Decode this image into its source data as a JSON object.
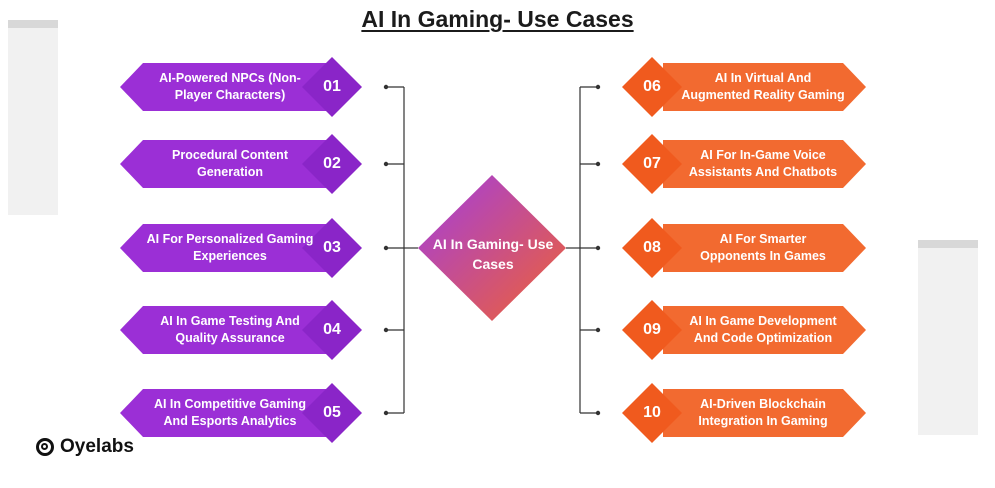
{
  "title": "AI In Gaming- Use Cases",
  "center": {
    "line1": "AI In Gaming- Use",
    "line2": "Cases"
  },
  "left_items": [
    {
      "number": "01",
      "line1": "AI-Powered NPCs (Non-",
      "line2": "Player Characters)"
    },
    {
      "number": "02",
      "line1": "Procedural Content",
      "line2": "Generation"
    },
    {
      "number": "03",
      "line1": "AI For Personalized Gaming",
      "line2": "Experiences"
    },
    {
      "number": "04",
      "line1": "AI In Game Testing And",
      "line2": "Quality Assurance"
    },
    {
      "number": "05",
      "line1": "AI In Competitive Gaming",
      "line2": "And Esports Analytics"
    }
  ],
  "right_items": [
    {
      "number": "06",
      "line1": "AI In Virtual And",
      "line2": "Augmented Reality Gaming"
    },
    {
      "number": "07",
      "line1": "AI For In-Game Voice",
      "line2": "Assistants And Chatbots"
    },
    {
      "number": "08",
      "line1": "AI For Smarter",
      "line2": "Opponents In Games"
    },
    {
      "number": "09",
      "line1": "AI In Game Development",
      "line2": "And Code Optimization"
    },
    {
      "number": "10",
      "line1": "AI-Driven Blockchain",
      "line2": "Integration In Gaming"
    }
  ],
  "logo": {
    "text": "Oyelabs",
    "icon": "oyelabs-logo-icon"
  },
  "colors": {
    "left_card": "#9b2fd6",
    "left_diamond": "#8a25c8",
    "right_card": "#f26a30",
    "right_diamond": "#f05a1e",
    "center_top": "#a23de0",
    "center_bottom": "#ef6233",
    "connector": "#333333"
  }
}
